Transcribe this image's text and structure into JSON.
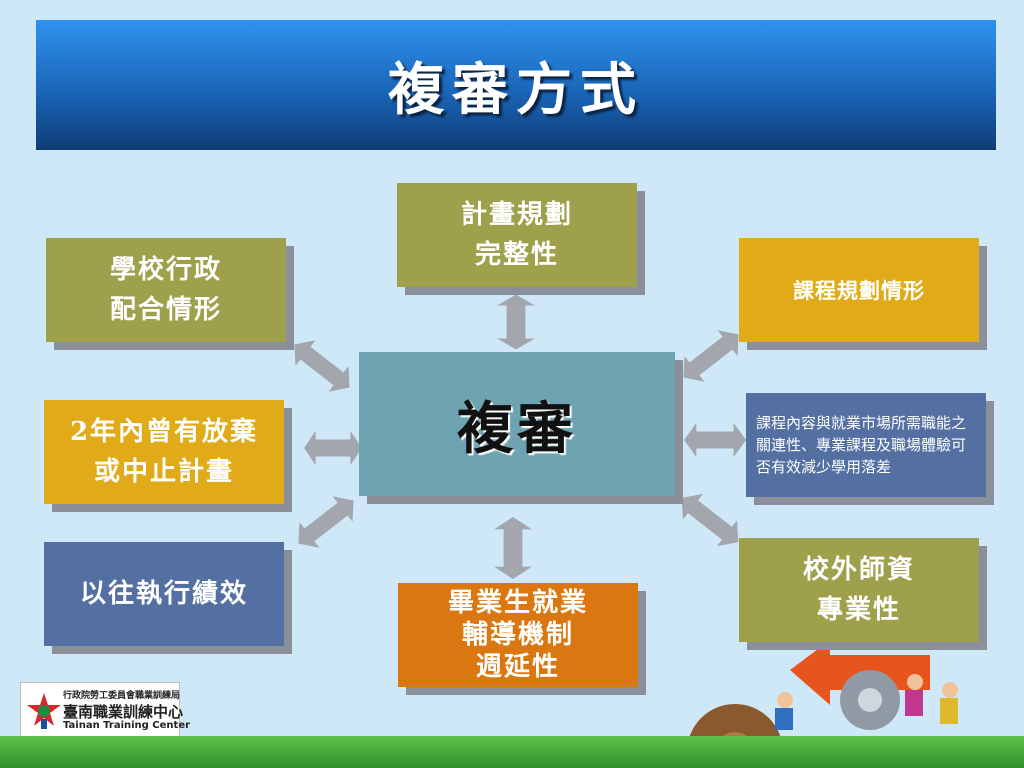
{
  "title": "複審方式",
  "center": {
    "label": "複審"
  },
  "boxes": {
    "plan": {
      "line1": "計畫規劃",
      "line2": "完整性"
    },
    "admin": {
      "line1": "學校行政",
      "line2": "配合情形"
    },
    "abandon": {
      "line1": "2年內曾有放棄",
      "line2": "或中止計畫"
    },
    "performance": {
      "line1": "以往執行績效"
    },
    "course_plan": {
      "line1": "課程規劃情形"
    },
    "course_content": {
      "text": "課程內容與就業市場所需職能之關連性、專業課程及職場體驗可否有效減少學用落差"
    },
    "teachers": {
      "line1": "校外師資",
      "line2": "專業性"
    },
    "graduates": {
      "line1": "畢業生就業",
      "line2": "輔導機制",
      "line3": "週延性"
    }
  },
  "logo": {
    "agency": "行政院勞工委員會職業訓練局",
    "name": "臺南職業訓練中心",
    "english": "Tainan Training Center"
  },
  "colors": {
    "title_bar": "#1a66b8",
    "olive": "#9ea04b",
    "yellow": "#e0aa19",
    "slate": "#5470a3",
    "orange": "#db7711",
    "center": "#6ea3b2",
    "arrow": "#a3a6ad",
    "background": "#cfe8f7"
  }
}
